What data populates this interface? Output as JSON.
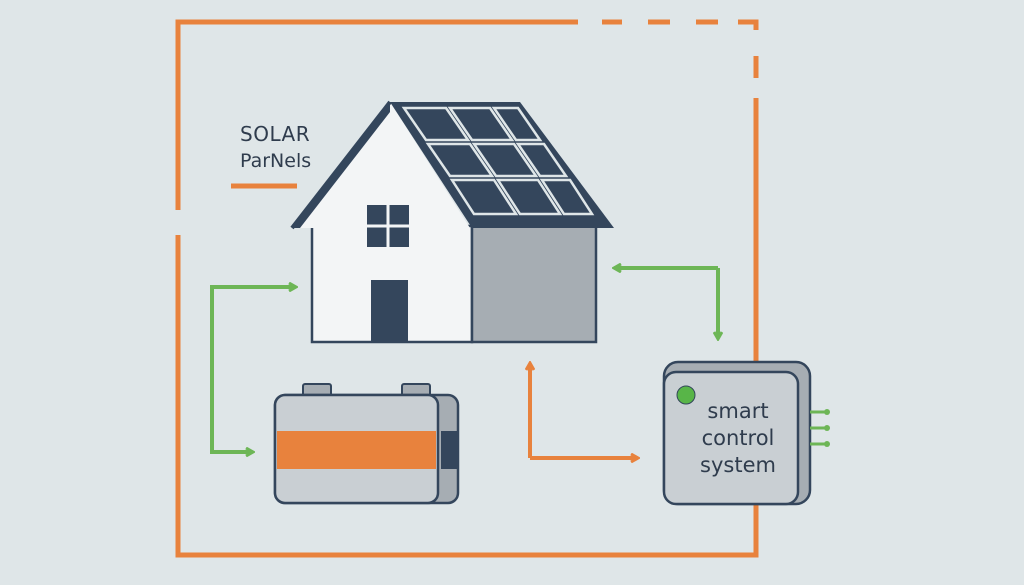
{
  "labels": {
    "solar_line1": "SOLAR",
    "solar_line2": "ParNels",
    "control_line1": "smart",
    "control_line2": "control",
    "control_line3": "system"
  },
  "colors": {
    "background": "#dfe6e8",
    "orange": "#e8823d",
    "green": "#6db656",
    "navy": "#34465c",
    "gray": "#a6adb3",
    "light_gray": "#c9cfd3",
    "white": "#f3f5f6",
    "indicator": "#58b548"
  },
  "icons": [
    "house-icon",
    "solar-panel-icon",
    "battery-icon",
    "control-box-icon",
    "status-led-icon"
  ]
}
